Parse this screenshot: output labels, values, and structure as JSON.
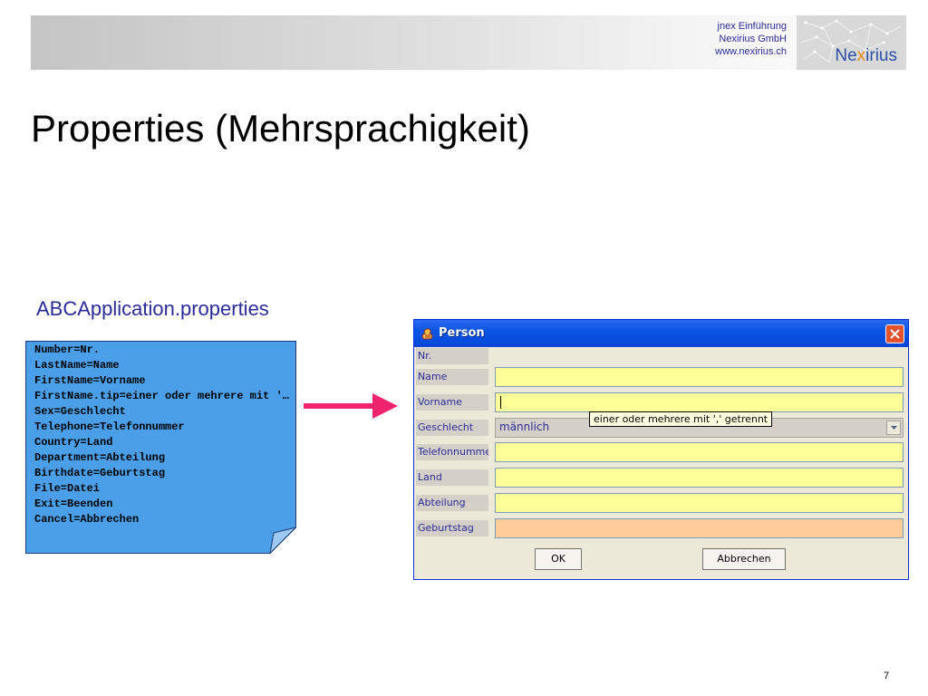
{
  "header": {
    "info_lines": [
      "jnex Einführung",
      "Nexirius GmbH",
      "www.nexirius.ch"
    ],
    "logo_prefix": "Ne",
    "logo_x": "x",
    "logo_suffix": "irius"
  },
  "slide": {
    "title": "Properties (Mehrsprachigkeit)",
    "file_title": "ABCApplication.properties",
    "page_number": "7"
  },
  "properties_file": {
    "lines": [
      "Number=Nr.",
      "LastName=Name",
      "FirstName=Vorname",
      "FirstName.tip=einer oder mehrere mit ',' getrennt",
      "Sex=Geschlecht",
      "Telephone=Telefonnummer",
      "Country=Land",
      "Department=Abteilung",
      "Birthdate=Geburtstag",
      "File=Datei",
      "Exit=Beenden",
      "Cancel=Abbrechen"
    ]
  },
  "dialog": {
    "title": "Person",
    "fields": {
      "number": {
        "label": "Nr.",
        "value": ""
      },
      "name": {
        "label": "Name",
        "value": ""
      },
      "first_name": {
        "label": "Vorname",
        "value": ""
      },
      "sex": {
        "label": "Geschlecht",
        "value": "männlich"
      },
      "telephone": {
        "label": "Telefonnummer",
        "value": ""
      },
      "country": {
        "label": "Land",
        "value": ""
      },
      "department": {
        "label": "Abteilung",
        "value": ""
      },
      "birthdate": {
        "label": "Geburtstag",
        "value": ""
      }
    },
    "tooltip": "einer oder mehrere mit ',' getrennt",
    "ok_label": "OK",
    "cancel_label": "Abbrechen"
  },
  "colors": {
    "note_fill": "#4a9fe8",
    "arrow": "#f0246e",
    "titlebar": "#0a54e4",
    "input_bg": "#ffff99",
    "date_bg": "#ffcc99"
  }
}
